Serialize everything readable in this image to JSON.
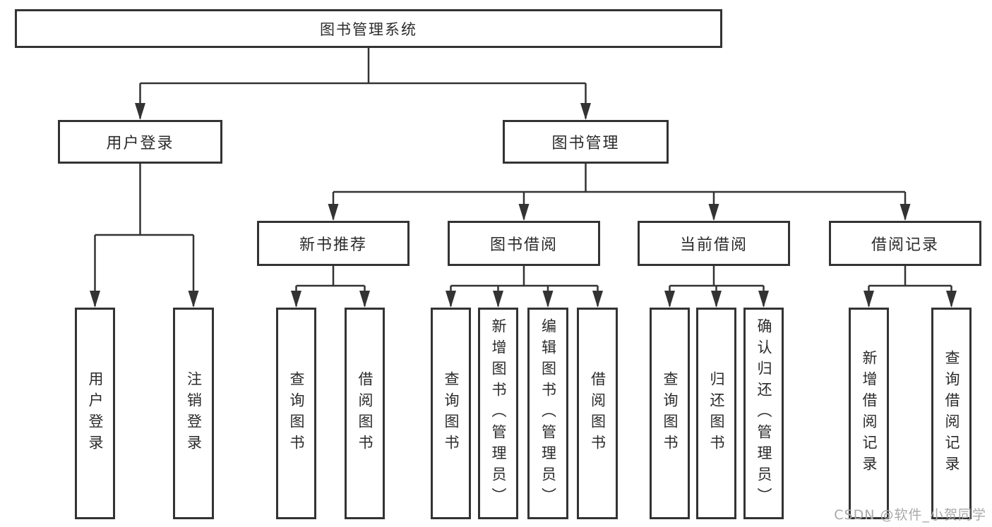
{
  "diagram_title": "图书管理系统",
  "tree": {
    "label": "图书管理系统",
    "children": [
      {
        "label": "用户登录",
        "children": [
          {
            "label": "用户登录"
          },
          {
            "label": "注销登录"
          }
        ]
      },
      {
        "label": "图书管理",
        "children": [
          {
            "label": "新书推荐",
            "children": [
              {
                "label": "查询图书"
              },
              {
                "label": "借阅图书"
              }
            ]
          },
          {
            "label": "图书借阅",
            "children": [
              {
                "label": "查询图书"
              },
              {
                "label": "新增图书（管理员）"
              },
              {
                "label": "编辑图书（管理员）"
              },
              {
                "label": "借阅图书"
              }
            ]
          },
          {
            "label": "当前借阅",
            "children": [
              {
                "label": "查询图书"
              },
              {
                "label": "归还图书"
              },
              {
                "label": "确认归还（管理员）"
              }
            ]
          },
          {
            "label": "借阅记录",
            "children": [
              {
                "label": "新增借阅记录"
              },
              {
                "label": "查询借阅记录"
              }
            ]
          }
        ]
      }
    ]
  },
  "watermark": "CSDN @软件_小贺同学",
  "colors": {
    "line": "#333333",
    "box_border": "#333333",
    "box_fill": "#ffffff",
    "text": "#2b2b2b",
    "watermark": "#a9a9a9",
    "background": "#ffffff"
  }
}
